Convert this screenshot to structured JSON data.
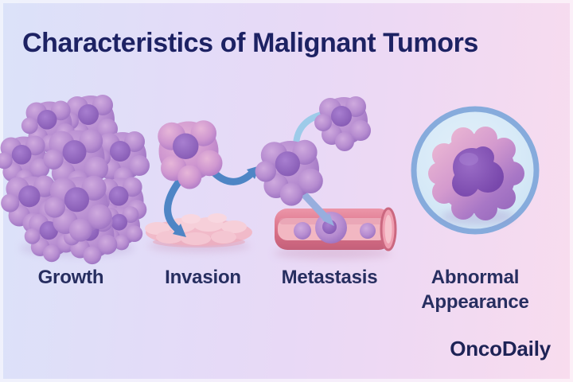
{
  "header": {
    "title": "Characteristics of Malignant Tumors"
  },
  "footer": {
    "brand": "OncoDaily"
  },
  "panels": [
    {
      "id": "growth",
      "label": "Growth",
      "illustration": "tumor-cell-cluster"
    },
    {
      "id": "invasion",
      "label": "Invasion",
      "illustration": "cell-with-arrows-invading-tissue-layer"
    },
    {
      "id": "metastasis",
      "label": "Metastasis",
      "illustration": "cells-spreading-through-blood-vessel"
    },
    {
      "id": "abnormal-appearance",
      "label": "Abnormal Appearance",
      "illustration": "irregular-cell-in-magnified-circle"
    }
  ],
  "colors": {
    "background_left": "#dbe2f9",
    "background_middle": "#e8d9f6",
    "background_right": "#f8dcee",
    "title_text": "#1d2263",
    "caption_text": "#272e60",
    "brand_text": "#1e2356",
    "cell_body_purple": "#b68cd0",
    "cell_nucleus_purple": "#7e52ae",
    "invasion_cell_pink": "#cf97d0",
    "arrow_blue": "#4e85c5",
    "arrow_light_blue": "#9dcbe9",
    "stream_periwinkle": "#97aede",
    "tissue_pink": "#f1bac9",
    "vessel_wall_pink": "#d97087",
    "vessel_lumen_pink": "#f2b7c2",
    "lens_ring_blue": "#86abdc",
    "lens_fill_blue": "#d6e9f7"
  }
}
